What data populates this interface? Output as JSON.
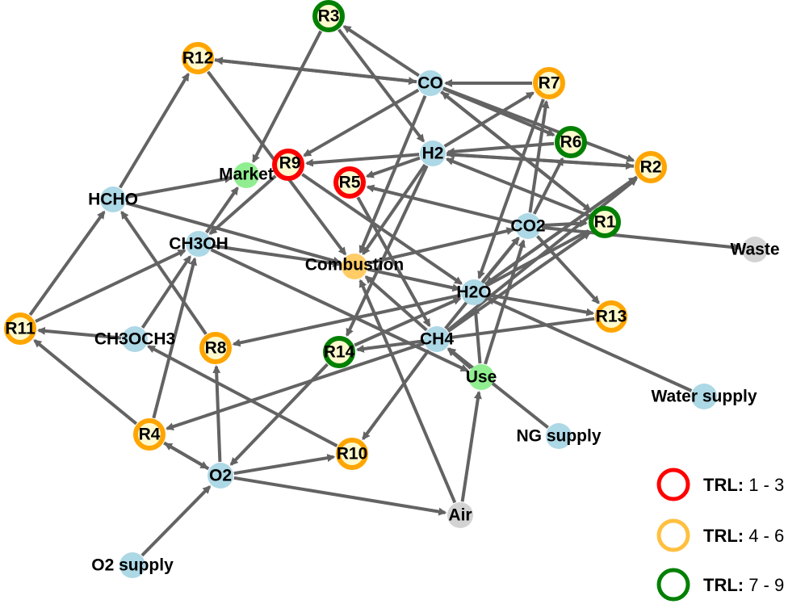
{
  "colors": {
    "edge": "#636363",
    "fill_material": "#add8e6",
    "fill_sink": "#90ee90",
    "fill_combustion": "#ffcc66",
    "fill_grey": "#d3d3d3",
    "fill_reaction": "#fffacd",
    "trl_1_3": "#ff0000",
    "trl_4_6": "#ffa500",
    "trl_7_9": "#008000",
    "legend_4_6": "#ffc040"
  },
  "nodes": [
    {
      "id": "R3",
      "label": "R3",
      "kind": "reaction",
      "trl": "7-9"
    },
    {
      "id": "R12",
      "label": "R12",
      "kind": "reaction",
      "trl": "4-6"
    },
    {
      "id": "CO",
      "label": "CO",
      "kind": "material"
    },
    {
      "id": "R7",
      "label": "R7",
      "kind": "reaction",
      "trl": "4-6"
    },
    {
      "id": "R6",
      "label": "R6",
      "kind": "reaction",
      "trl": "7-9"
    },
    {
      "id": "R2",
      "label": "R2",
      "kind": "reaction",
      "trl": "4-6"
    },
    {
      "id": "H2",
      "label": "H2",
      "kind": "material"
    },
    {
      "id": "R9",
      "label": "R9",
      "kind": "reaction",
      "trl": "1-3"
    },
    {
      "id": "Market",
      "label": "Market",
      "kind": "sink"
    },
    {
      "id": "R5",
      "label": "R5",
      "kind": "reaction",
      "trl": "1-3"
    },
    {
      "id": "HCHO",
      "label": "HCHO",
      "kind": "material"
    },
    {
      "id": "R1",
      "label": "R1",
      "kind": "reaction",
      "trl": "7-9"
    },
    {
      "id": "CO2",
      "label": "CO2",
      "kind": "material"
    },
    {
      "id": "Waste",
      "label": "Waste",
      "kind": "grey"
    },
    {
      "id": "CH3OH",
      "label": "CH3OH",
      "kind": "material"
    },
    {
      "id": "Combustion",
      "label": "Combustion",
      "kind": "combustion"
    },
    {
      "id": "H2O",
      "label": "H2O",
      "kind": "material"
    },
    {
      "id": "R11",
      "label": "R11",
      "kind": "reaction",
      "trl": "4-6"
    },
    {
      "id": "CH3OCH3",
      "label": "CH3OCH3",
      "kind": "material"
    },
    {
      "id": "R8",
      "label": "R8",
      "kind": "reaction",
      "trl": "4-6"
    },
    {
      "id": "R14",
      "label": "R14",
      "kind": "reaction",
      "trl": "7-9"
    },
    {
      "id": "CH4",
      "label": "CH4",
      "kind": "material"
    },
    {
      "id": "R13",
      "label": "R13",
      "kind": "reaction",
      "trl": "4-6"
    },
    {
      "id": "Use",
      "label": "Use",
      "kind": "sink"
    },
    {
      "id": "WaterSupply",
      "label": "Water supply",
      "kind": "material"
    },
    {
      "id": "R4",
      "label": "R4",
      "kind": "reaction",
      "trl": "4-6"
    },
    {
      "id": "NGSupply",
      "label": "NG supply",
      "kind": "material"
    },
    {
      "id": "R10",
      "label": "R10",
      "kind": "reaction",
      "trl": "4-6"
    },
    {
      "id": "O2",
      "label": "O2",
      "kind": "material"
    },
    {
      "id": "Air",
      "label": "Air",
      "kind": "grey"
    },
    {
      "id": "O2Supply",
      "label": "O2 supply",
      "kind": "material"
    }
  ],
  "edges": [
    [
      "CO",
      "R3"
    ],
    [
      "R3",
      "Market"
    ],
    [
      "CO",
      "R12"
    ],
    [
      "R12",
      "CO"
    ],
    [
      "R12",
      "Combustion"
    ],
    [
      "R7",
      "CO"
    ],
    [
      "H2",
      "R7"
    ],
    [
      "CO2",
      "R7"
    ],
    [
      "R7",
      "H2O"
    ],
    [
      "CO",
      "R6"
    ],
    [
      "R6",
      "H2"
    ],
    [
      "CO2",
      "R6"
    ],
    [
      "CO",
      "R2"
    ],
    [
      "H2",
      "R2"
    ],
    [
      "R2",
      "H2"
    ],
    [
      "R2",
      "H2O"
    ],
    [
      "R3",
      "H2"
    ],
    [
      "H2",
      "R9"
    ],
    [
      "CO",
      "R9"
    ],
    [
      "R9",
      "H2O"
    ],
    [
      "R9",
      "CH3OH"
    ],
    [
      "H2",
      "R5"
    ],
    [
      "CO2",
      "R5"
    ],
    [
      "R5",
      "CH4"
    ],
    [
      "HCHO",
      "R12"
    ],
    [
      "HCHO",
      "Market"
    ],
    [
      "HCHO",
      "Combustion"
    ],
    [
      "R8",
      "HCHO"
    ],
    [
      "R11",
      "HCHO"
    ],
    [
      "CO2",
      "R1"
    ],
    [
      "R1",
      "H2"
    ],
    [
      "R1",
      "CO"
    ],
    [
      "CO",
      "R1"
    ],
    [
      "CH4",
      "R1"
    ],
    [
      "H2O",
      "R1"
    ],
    [
      "CO2",
      "Waste"
    ],
    [
      "CO2",
      "R13"
    ],
    [
      "CH4",
      "R2"
    ],
    [
      "H2O",
      "R2"
    ],
    [
      "CH3OH",
      "Market"
    ],
    [
      "R11",
      "CH3OH"
    ],
    [
      "CH3OCH3",
      "CH3OH"
    ],
    [
      "CH3OH",
      "Use"
    ],
    [
      "CH3OH",
      "Combustion"
    ],
    [
      "R4",
      "CH3OH"
    ],
    [
      "CO",
      "Combustion"
    ],
    [
      "H2",
      "Combustion"
    ],
    [
      "Air",
      "Combustion"
    ],
    [
      "CH4",
      "Combustion"
    ],
    [
      "Combustion",
      "CO2"
    ],
    [
      "Combustion",
      "H2O"
    ],
    [
      "H2O",
      "R8"
    ],
    [
      "H2",
      "R14"
    ],
    [
      "R14",
      "H2O"
    ],
    [
      "R14",
      "O2"
    ],
    [
      "H2O",
      "R13"
    ],
    [
      "R13",
      "R14"
    ],
    [
      "CH4",
      "R4"
    ],
    [
      "CH4",
      "R10"
    ],
    [
      "R10",
      "CH3OCH3"
    ],
    [
      "CH3OCH3",
      "R11"
    ],
    [
      "R4",
      "R11"
    ],
    [
      "O2",
      "R4"
    ],
    [
      "R4",
      "O2"
    ],
    [
      "O2",
      "R8"
    ],
    [
      "O2",
      "R10"
    ],
    [
      "O2",
      "Air"
    ],
    [
      "O2Supply",
      "O2"
    ],
    [
      "Air",
      "Use"
    ],
    [
      "NGSupply",
      "CH4"
    ],
    [
      "Use",
      "CH4"
    ],
    [
      "Use",
      "H2O"
    ],
    [
      "Use",
      "CO2"
    ],
    [
      "WaterSupply",
      "H2O"
    ],
    [
      "H2O",
      "CO2"
    ],
    [
      "CH4",
      "CO2"
    ]
  ],
  "legend": [
    {
      "key": "1-3",
      "prefix": "TRL:",
      "range": " 1 - 3"
    },
    {
      "key": "4-6",
      "prefix": "TRL:",
      "range": " 4 - 6"
    },
    {
      "key": "7-9",
      "prefix": "TRL:",
      "range": " 7 - 9"
    }
  ]
}
